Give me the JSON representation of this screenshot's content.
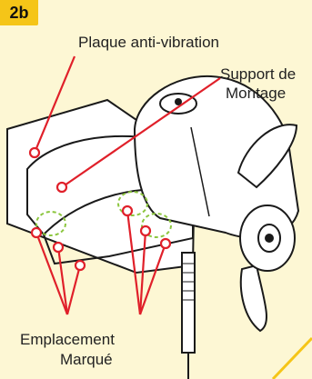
{
  "step": "2b",
  "labels": {
    "plaque": "Plaque anti-vibration",
    "support_line1": "Support de",
    "support_line2": "Montage",
    "emplacement_line1": "Emplacement",
    "emplacement_line2": "Marqué"
  },
  "colors": {
    "background": "#fdf7d4",
    "badge": "#f5c518",
    "callout": "#e0202a",
    "marker": "#8cc63f",
    "outline": "#1a1a1a"
  }
}
